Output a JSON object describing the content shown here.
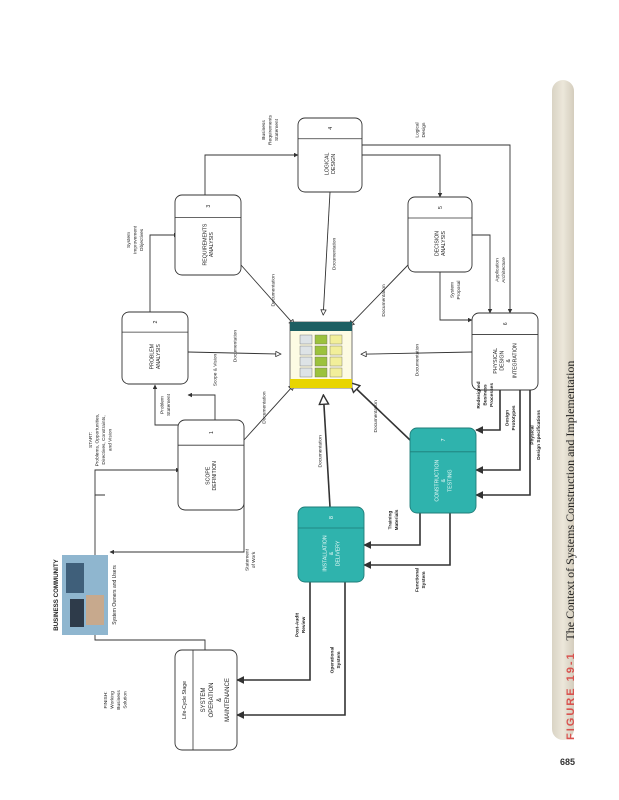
{
  "figure": {
    "label": "FIGURE 19-1",
    "title": "The Context of Systems Construction and Implementation",
    "page_number": "685"
  },
  "business_community": {
    "title": "BUSINESS COMMUNITY",
    "subtitle": "System Owners and Users"
  },
  "stages": [
    {
      "id": "1",
      "name": "SCOPE DEFINITION",
      "lines": [
        "SCOPE",
        "DEFINITION"
      ],
      "highlight": false
    },
    {
      "id": "2",
      "name": "PROBLEM ANALYSIS",
      "lines": [
        "PROBLEM",
        "ANALYSIS"
      ],
      "highlight": false
    },
    {
      "id": "3",
      "name": "REQUIREMENTS ANALYSIS",
      "lines": [
        "REQUIREMENTS",
        "ANALYSIS"
      ],
      "highlight": false
    },
    {
      "id": "4",
      "name": "LOGICAL DESIGN",
      "lines": [
        "LOGICAL",
        "DESIGN"
      ],
      "highlight": false
    },
    {
      "id": "5",
      "name": "DECISION ANALYSIS",
      "lines": [
        "DECISION",
        "ANALYSIS"
      ],
      "highlight": false
    },
    {
      "id": "6",
      "name": "PHYSICAL DESIGN & INTEGRATION",
      "lines": [
        "PHYSICAL",
        "DESIGN",
        "&",
        "INTEGRATION"
      ],
      "highlight": false
    },
    {
      "id": "7",
      "name": "CONSTRUCTION & TESTING",
      "lines": [
        "CONSTRUCTION",
        "&",
        "TESTING"
      ],
      "highlight": true
    },
    {
      "id": "8",
      "name": "INSTALLATION & DELIVERY",
      "lines": [
        "INSTALLATION",
        "&",
        "DELIVERY"
      ],
      "highlight": true
    }
  ],
  "operation_stage": {
    "header": "Life-Cycle Stage",
    "lines": [
      "SYSTEM",
      "OPERATION",
      "&",
      "MAINTENANCE"
    ]
  },
  "flows": {
    "start": [
      "START:",
      "Problems, Opportunities,",
      "Directives, Constraints,",
      "and Vision"
    ],
    "finish": [
      "FINISH:",
      "Working",
      "Business",
      "Solution"
    ],
    "statement_of_work": [
      "Statement",
      "of Work"
    ],
    "problem_statement": [
      "Problem",
      "Statement"
    ],
    "scope_vision": "Scope & Vision",
    "system_improvement_objectives": [
      "System",
      "Improvement",
      "Objectives"
    ],
    "business_requirements_statement": [
      "Business",
      "Requirements",
      "Statement"
    ],
    "logical_design": [
      "Logical",
      "Design"
    ],
    "system_proposal": [
      "System",
      "Proposal"
    ],
    "application_architecture": [
      "Application",
      "Architecture"
    ],
    "redesigned_business_processes": [
      "Redesigned",
      "Business",
      "Processes"
    ],
    "design_prototypes": [
      "Design",
      "Prototypes"
    ],
    "physical_design_specifications": [
      "Physical",
      "Design Specifications"
    ],
    "training_materials": [
      "Training",
      "Materials"
    ],
    "functional_system": [
      "Functional",
      "System"
    ],
    "post_audit_review": [
      "Post-Audit",
      "Review"
    ],
    "operational_system": [
      "Operational",
      "System"
    ],
    "documentation": "Documentation"
  },
  "colors": {
    "highlight_fill": "#2fb3ad",
    "highlight_stroke": "#1f7d79",
    "line": "#333333",
    "caption_label": "#d9534f"
  }
}
